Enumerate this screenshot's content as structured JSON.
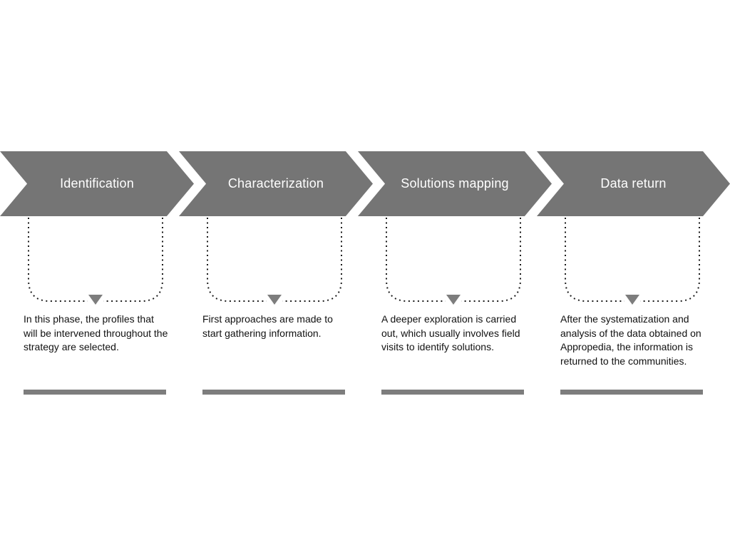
{
  "diagram": {
    "type": "process-flow",
    "background": "#ffffff",
    "colors": {
      "chevron_fill": "#757575",
      "chevron_text": "#ffffff",
      "dotted_line": "#1a1a1a",
      "triangle": "#7d7d7d",
      "underline_bar": "#7d7d7d",
      "body_text": "#111111"
    },
    "steps": [
      {
        "title": "Identification",
        "description": "In this phase, the profiles that will be intervened throughout the strategy are selected."
      },
      {
        "title": "Characterization",
        "description": "First approaches are made to start gathering information."
      },
      {
        "title": "Solutions mapping",
        "description": "A deeper exploration is carried out, which usually involves field visits to identify solutions."
      },
      {
        "title": "Data return",
        "description": "After the systematization and analysis of the data obtained on Appropedia, the information is returned to the communities."
      }
    ]
  }
}
